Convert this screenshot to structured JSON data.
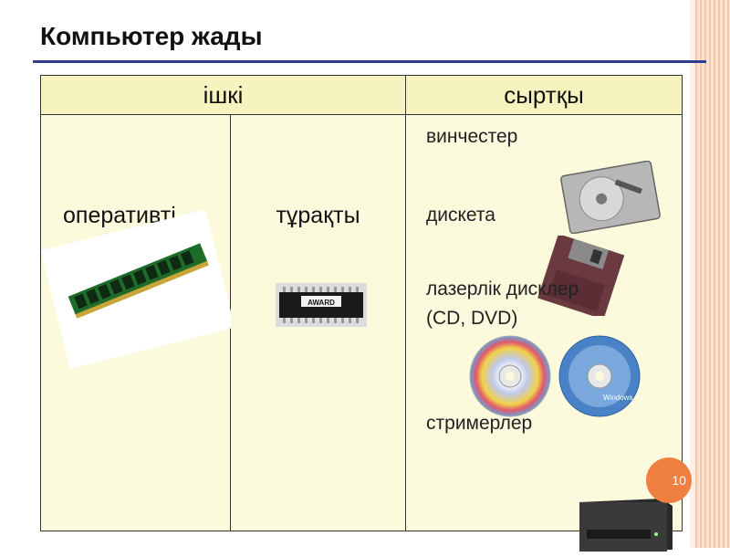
{
  "title": "Компьютер жады",
  "slide_number": "10",
  "table": {
    "header_internal": "ішкі",
    "header_external": "сыртқы",
    "ram_label": "оперативті",
    "rom_label": "тұрақты",
    "rom_chip_text": "AWARD",
    "external_items": {
      "hdd": "винчестер",
      "floppy": "дискета",
      "optical_line1": "лазерлік дисклер",
      "optical_line2": "(CD, DVD)",
      "tape": "стримерлер"
    },
    "dvd_brand": "Windows"
  },
  "colors": {
    "header_bg": "#f7f3bf",
    "body_bg": "#fbfadc",
    "title_rule": "#2f3f8f",
    "accent": "#f08040"
  }
}
